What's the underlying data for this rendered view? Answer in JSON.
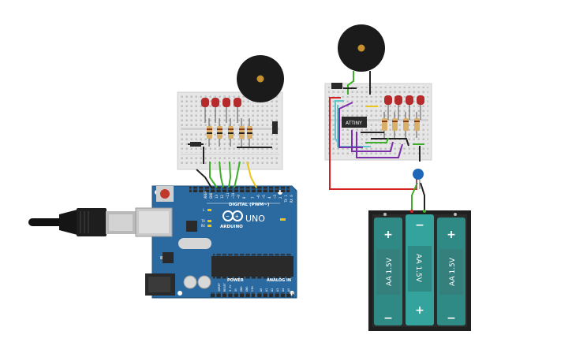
{
  "arduino": {
    "brand": "ARDUINO",
    "model": "UNO",
    "digital_label": "DIGITAL (PWM~)",
    "power_label": "POWER",
    "analog_label": "ANALOG IN",
    "header_pins": [
      "AREF",
      "GND",
      "13",
      "12",
      "~11",
      "~10",
      "~9",
      "8",
      "7",
      "~6",
      "~5",
      "4",
      "~3",
      "2",
      "TX 1",
      "RX 0"
    ],
    "led_labels": [
      "L",
      "TX",
      "RX"
    ],
    "power_pins": [
      "IOREF",
      "RESET",
      "3.3V",
      "5V",
      "GND",
      "GND",
      "VIN"
    ],
    "analog_pins": [
      "A0",
      "A1",
      "A2",
      "A3",
      "A4",
      "A5"
    ]
  },
  "attiny": {
    "label": "ATTINY"
  },
  "battery": {
    "cells": [
      {
        "label": "AA 1.5V",
        "top": "+",
        "bottom": "−"
      },
      {
        "label": "AA 1.5V",
        "top": "−",
        "bottom": "+"
      },
      {
        "label": "AA 1.5V",
        "top": "+",
        "bottom": "−"
      }
    ]
  },
  "colors": {
    "arduino_board": "#2b6aa1",
    "breadboard": "#e6e6e6",
    "led": "#b52b2b",
    "wire_green": "#3fae2a",
    "wire_yellow": "#e8c61b",
    "wire_red": "#d42020",
    "wire_purple": "#7b2fa8",
    "wire_cyan": "#5fc6cf",
    "wire_black": "#222222",
    "battery_cell": "#2f8a86"
  }
}
